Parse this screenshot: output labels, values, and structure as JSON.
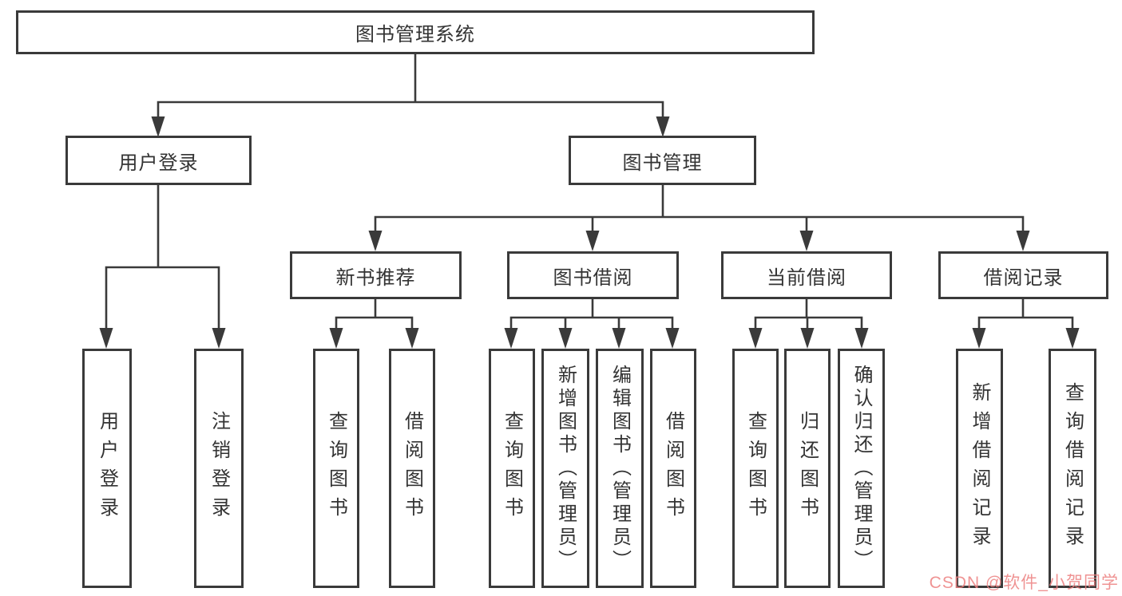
{
  "tree": {
    "label": "图书管理系统",
    "children": [
      {
        "label": "用户登录",
        "children": [
          {
            "label": "用户登录"
          },
          {
            "label": "注销登录"
          }
        ]
      },
      {
        "label": "图书管理",
        "children": [
          {
            "label": "新书推荐",
            "children": [
              {
                "label": "查询图书"
              },
              {
                "label": "借阅图书"
              }
            ]
          },
          {
            "label": "图书借阅",
            "children": [
              {
                "label": "查询图书"
              },
              {
                "label": "新增图书（管理员）"
              },
              {
                "label": "编辑图书（管理员）"
              },
              {
                "label": "借阅图书"
              }
            ]
          },
          {
            "label": "当前借阅",
            "children": [
              {
                "label": "查询图书"
              },
              {
                "label": "归还图书"
              },
              {
                "label": "确认归还（管理员）"
              }
            ]
          },
          {
            "label": "借阅记录",
            "children": [
              {
                "label": "新增借阅记录"
              },
              {
                "label": "查询借阅记录"
              }
            ]
          }
        ]
      }
    ]
  },
  "watermark": {
    "text": "CSDN @软件_小贺同学"
  },
  "colors": {
    "line": "#3a3a3a",
    "box_border": "#3a3a3a",
    "box_fill": "#ffffff",
    "text": "#333333",
    "watermark": "#ec8080",
    "background": "#ffffff"
  }
}
